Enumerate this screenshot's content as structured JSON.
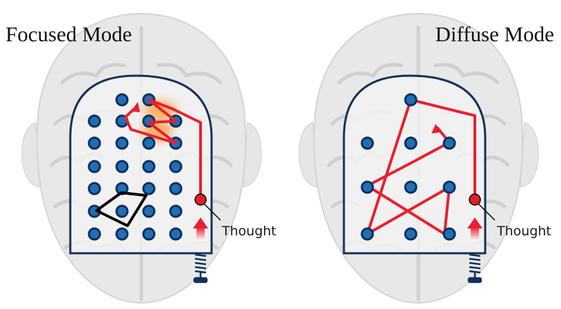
{
  "panels": {
    "left": {
      "title": "Focused Mode",
      "thought_label": "Thought",
      "dot_rows": [
        [
          0,
          1,
          1,
          0
        ],
        [
          1,
          1,
          1,
          1
        ],
        [
          1,
          1,
          1,
          1
        ],
        [
          1,
          1,
          1,
          1
        ],
        [
          1,
          1,
          1,
          1
        ],
        [
          1,
          1,
          1,
          1
        ],
        [
          1,
          1,
          1,
          1
        ]
      ]
    },
    "right": {
      "title": "Diffuse Mode",
      "thought_label": "Thought",
      "dot_rows": [
        [
          0,
          1,
          0
        ],
        [
          1,
          1,
          1
        ],
        [
          1,
          1,
          1
        ],
        [
          1,
          1,
          1
        ]
      ]
    }
  },
  "colors": {
    "dot_fill": "#1f6fb5",
    "dot_stroke": "#0d2f5e",
    "frame": "#13305a",
    "path": "#e8202e",
    "glow": "#ff9a2a",
    "thought_ball": "#e01f2c",
    "triangle": "#000000",
    "brain": "#e6e6e6"
  },
  "icons": [
    "brain-outline",
    "dot-grid",
    "spring-plunger",
    "up-arrow",
    "thought-ball"
  ]
}
